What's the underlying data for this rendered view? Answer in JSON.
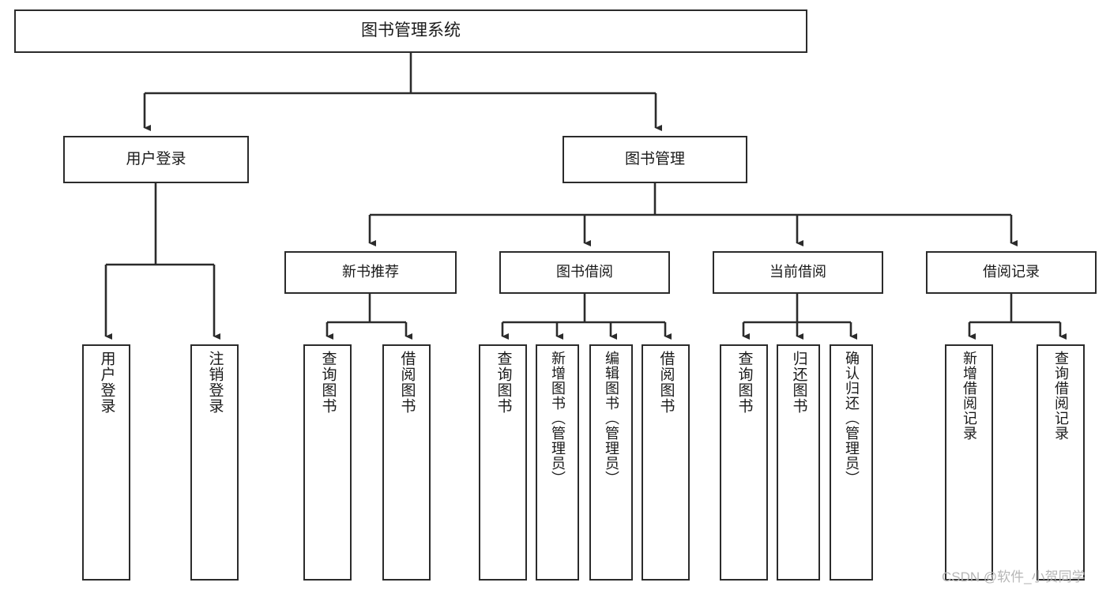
{
  "diagram": {
    "title": "图书管理系统",
    "type": "function-hierarchy-chart",
    "watermark": "CSDN @软件_小贺同学",
    "colors": {
      "background": "#ffffff",
      "box_border": "#2b2b2b",
      "box_fill": "#ffffff",
      "connector": "#2b2b2b",
      "text": "#1a1a1a",
      "watermark": "#b6b6b6"
    },
    "root": {
      "label": "图书管理系统"
    },
    "level1": [
      {
        "label": "用户登录"
      },
      {
        "label": "图书管理"
      }
    ],
    "level2": [
      {
        "label": "新书推荐"
      },
      {
        "label": "图书借阅"
      },
      {
        "label": "当前借阅"
      },
      {
        "label": "借阅记录"
      }
    ],
    "leaves": {
      "user_login": [
        {
          "label": "用户登录"
        },
        {
          "label": "注销登录"
        }
      ],
      "new_book_recommend": [
        {
          "label": "查询图书"
        },
        {
          "label": "借阅图书"
        }
      ],
      "book_borrow": [
        {
          "label": "查询图书"
        },
        {
          "label": "新增图书（管理员）"
        },
        {
          "label": "编辑图书（管理员）"
        },
        {
          "label": "借阅图书"
        }
      ],
      "current_borrow": [
        {
          "label": "查询图书"
        },
        {
          "label": "归还图书"
        },
        {
          "label": "确认归还（管理员）"
        }
      ],
      "borrow_record": [
        {
          "label": "新增借阅记录"
        },
        {
          "label": "查询借阅记录"
        }
      ]
    }
  }
}
